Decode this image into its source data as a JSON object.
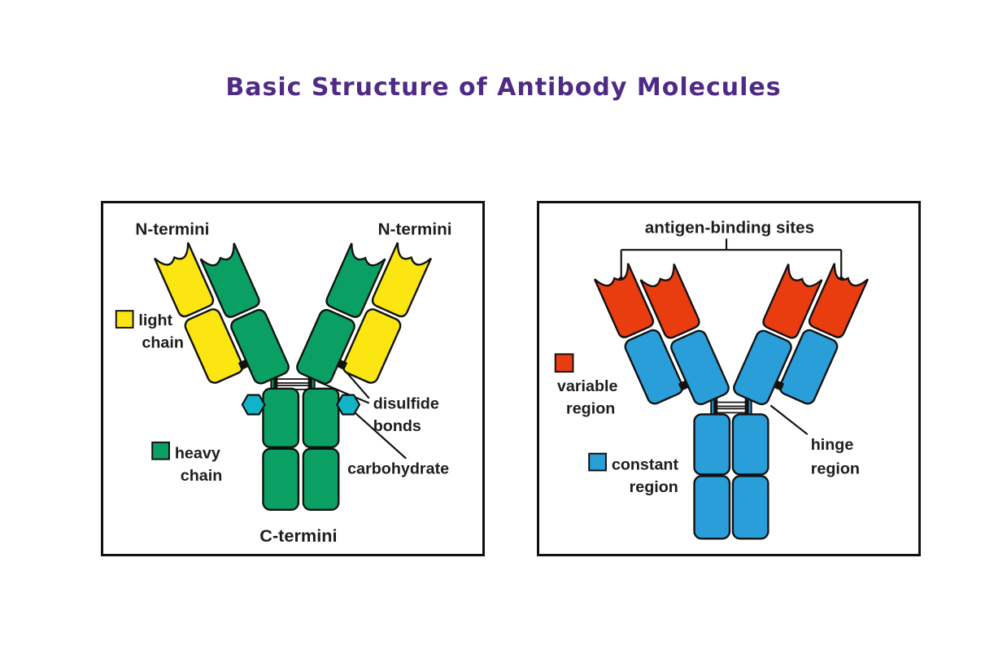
{
  "title": {
    "text": "Basic Structure of Antibody Molecules"
  },
  "colors": {
    "title_purple": "#4f2b87",
    "heavy_green": "#0aa064",
    "light_yellow": "#fbe612",
    "variable_red": "#e93c0f",
    "constant_blue": "#2a9ed9",
    "carb_cyan": "#14b4c8",
    "ink": "#1d1d1b"
  },
  "left_panel": {
    "n_termini_left": "N-termini",
    "n_termini_right": "N-termini",
    "legend_light": {
      "line1": "light",
      "line2": "chain"
    },
    "legend_heavy": {
      "line1": "heavy",
      "line2": "chain"
    },
    "disulfide": {
      "line1": "disulfide",
      "line2": "bonds"
    },
    "carbohydrate": "carbohydrate",
    "c_termini": "C-termini"
  },
  "right_panel": {
    "antigen_binding_sites": "antigen-binding sites",
    "legend_variable": {
      "line1": "variable",
      "line2": "region"
    },
    "legend_constant": {
      "line1": "constant",
      "line2": "region"
    },
    "hinge": {
      "line1": "hinge",
      "line2": "region"
    }
  }
}
